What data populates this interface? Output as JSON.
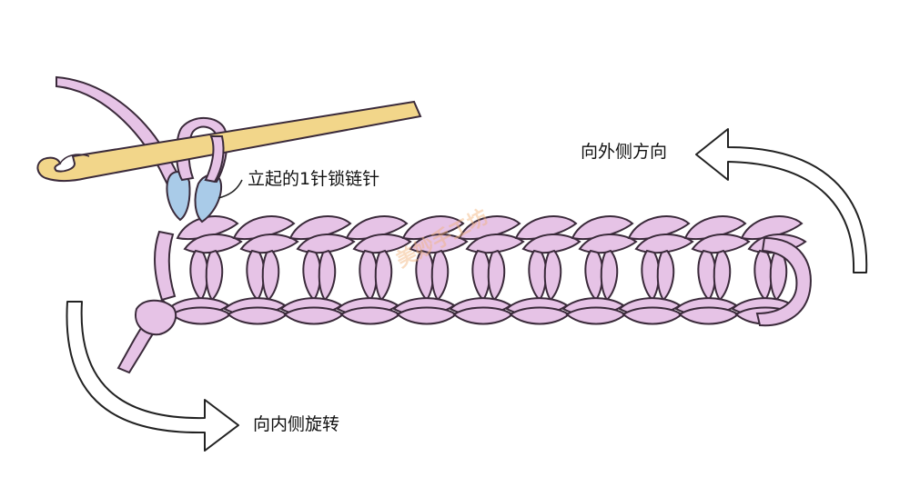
{
  "labels": {
    "chain_stitch": "立起的1针锁链针",
    "outward": "向外侧方向",
    "inward": "向内侧旋转"
  },
  "colors": {
    "yarn_fill": "#e6c3e6",
    "yarn_stroke": "#3a2a3a",
    "highlight_loop": "#a9cbe8",
    "hook_fill": "#f2d68a",
    "arrow_fill": "#ffffff",
    "arrow_stroke": "#222222"
  }
}
